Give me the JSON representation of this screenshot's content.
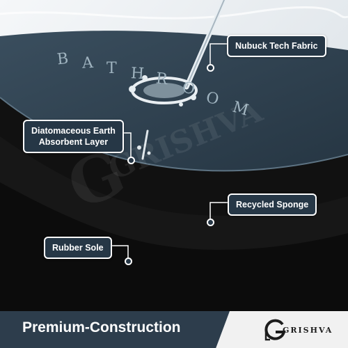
{
  "mat_print": {
    "letters": [
      {
        "char": "B",
        "rotate": -6
      },
      {
        "char": "A",
        "rotate": -3
      },
      {
        "char": "T",
        "rotate": 0
      },
      {
        "char": "H",
        "rotate": 3
      },
      {
        "char": "R",
        "rotate": 6
      },
      {
        "char": "O",
        "rotate": 9
      },
      {
        "char": "O",
        "rotate": 12
      },
      {
        "char": "M",
        "rotate": 16
      }
    ]
  },
  "watermark": {
    "letter": "G",
    "text": "GRISHVA"
  },
  "callouts": {
    "nubuck": "Nubuck Tech Fabric",
    "diatomaceous_line1": "Diatomaceous Earth",
    "diatomaceous_line2": "Absorbent Layer",
    "sponge": "Recycled Sponge",
    "rubber": "Rubber Sole"
  },
  "footer": {
    "title": "Premium-Construction",
    "logo_letter": "G",
    "logo_text": "GRISHVA"
  },
  "colors": {
    "fabric": "#2f4150",
    "layer_black": "#141414",
    "callout_bg": "#263746",
    "banner_bg": "#2d3d4c"
  },
  "icons": [
    "water-stream-icon",
    "water-splash-icon",
    "brand-logo-icon"
  ]
}
